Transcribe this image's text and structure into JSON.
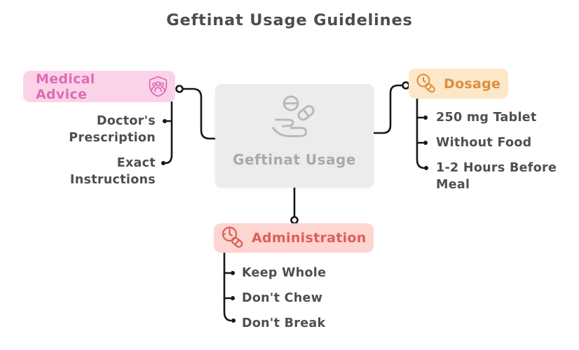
{
  "title": "Geftinat Usage Guidelines",
  "center": {
    "label": "Geftinat Usage",
    "icon": "hand-holding-pills-icon"
  },
  "branches": {
    "medical_advice": {
      "label": "Medical Advice",
      "icon": "shield-group-icon",
      "text_color": "#df6cb4",
      "bg_color": "#fad3e9",
      "items": [
        "Doctor's Prescription",
        "Exact Instructions"
      ]
    },
    "dosage": {
      "label": "Dosage",
      "icon": "clock-capsule-icon",
      "text_color": "#dd8e3e",
      "bg_color": "#fce7c9",
      "items": [
        "250 mg Tablet",
        "Without Food",
        "1-2 Hours Before Meal"
      ]
    },
    "administration": {
      "label": "Administration",
      "icon": "clock-capsule-icon",
      "text_color": "#dc5f58",
      "bg_color": "#fdd5d1",
      "items": [
        "Keep Whole",
        "Don't Chew",
        "Don't Break"
      ]
    }
  },
  "connector_color": "#161616",
  "center_text_color": "#a9a9a9",
  "leaf_text_color": "#4f4f4f"
}
